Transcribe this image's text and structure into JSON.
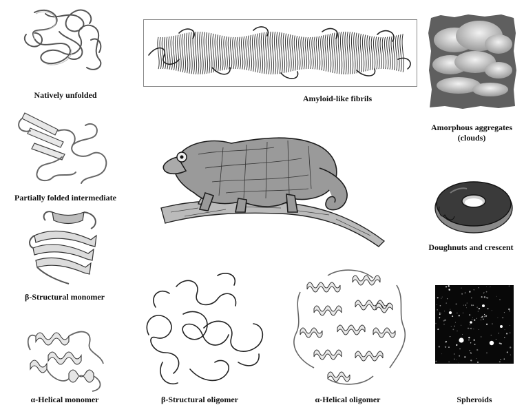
{
  "figure": {
    "labels": {
      "natively_unfolded": "Natively unfolded",
      "partially_folded": "Partially folded intermediate",
      "beta_monomer": "β-Structural monomer",
      "alpha_monomer": "α-Helical monomer",
      "amyloid_fibrils": "Amyloid-like fibrils",
      "beta_oligomer": "β-Structural oligomer",
      "alpha_oligomer": "α-Helical oligomer",
      "amorphous_line1": "Amorphous aggregates",
      "amorphous_line2": "(clouds)",
      "doughnuts": "Doughnuts and crescent",
      "spheroids": "Spheroids"
    },
    "illustrations": {
      "natively_unfolded": "random-coil-chain",
      "partially_folded": "ribbon-with-strands",
      "beta_monomer": "beta-sheet-ribbon",
      "alpha_monomer": "alpha-helix-ribbon",
      "amyloid_fibrils": "fibril-cross-beta",
      "chameleon": "chameleon-drawing",
      "beta_oligomer": "tangled-coil-cluster",
      "alpha_oligomer": "helical-bundle-cluster",
      "amorphous": "cloud-photo",
      "doughnuts": "chocolate-doughnut",
      "spheroids": "fluorescent-spots"
    },
    "colors": {
      "ink": "#222222",
      "ribbon_fill": "#e8e8e8",
      "donut_icing": "#3a3a3a",
      "donut_dough": "#8a8a8a",
      "spheroid_bg": "#080808",
      "cloud_sky": "#5f5f5f",
      "cloud_light": "#f2f2f2"
    }
  }
}
